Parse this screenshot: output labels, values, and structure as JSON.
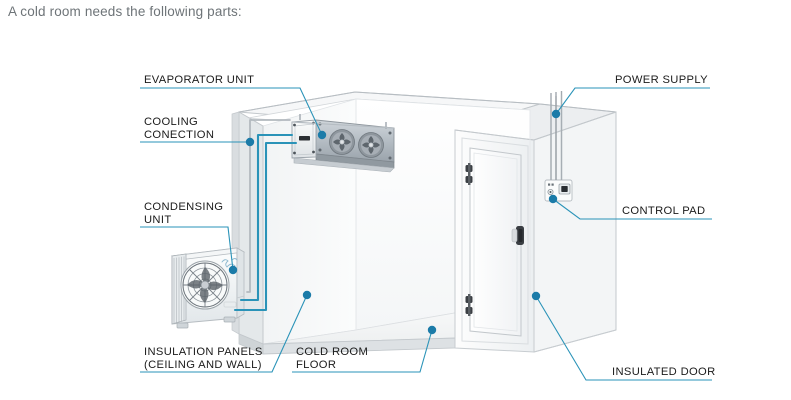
{
  "page": {
    "title": "A cold room needs the following parts:",
    "background_color": "#ffffff",
    "title_color": "#6e7478"
  },
  "theme": {
    "accent_line": "#2a93b8",
    "accent_dot": "#1b7ba8",
    "label_text": "#1b1b1b",
    "panel_white": "#fdfdfd",
    "panel_shade": "#e9ecee",
    "panel_edge": "#b9bec2",
    "frame_gray": "#d4d8db",
    "metal_gray": "#aeb5bb",
    "pipe_blue": "#2a93b8"
  },
  "diagram": {
    "name": "cold-room-exploded-diagram",
    "callouts": [
      {
        "id": "evaporator-unit",
        "lines": [
          "EVAPORATOR UNIT"
        ],
        "side": "left",
        "target": "evaporator unit mounted on ceiling"
      },
      {
        "id": "cooling-connection",
        "lines": [
          "COOLING",
          "CONECTION"
        ],
        "side": "left",
        "target": "refrigerant pipes between condensing and evaporator unit"
      },
      {
        "id": "condensing-unit",
        "lines": [
          "CONDENSING",
          "UNIT"
        ],
        "side": "left",
        "target": "outdoor condensing unit"
      },
      {
        "id": "insulation-panels",
        "lines": [
          "INSULATION PANELS",
          "(CEILING AND WALL)"
        ],
        "side": "bottom-left",
        "target": "wall and ceiling sandwich panels"
      },
      {
        "id": "cold-room-floor",
        "lines": [
          "COLD ROOM",
          "FLOOR"
        ],
        "side": "bottom-left",
        "target": "insulated floor panel"
      },
      {
        "id": "power-supply",
        "lines": [
          "POWER SUPPLY"
        ],
        "side": "right",
        "target": "electrical conduits at rear corner"
      },
      {
        "id": "control-pad",
        "lines": [
          "CONTROL PAD"
        ],
        "side": "right",
        "target": "wall-mounted controller next to door"
      },
      {
        "id": "insulated-door",
        "lines": [
          "INSULATED DOOR"
        ],
        "side": "bottom-right",
        "target": "hinged insulated cold room door"
      }
    ],
    "components": {
      "cold_room": "walk-in cold room box, isometric cutaway",
      "evaporator": {
        "name": "ceiling-mounted evaporator",
        "fan_count": 2,
        "has_control_box": true
      },
      "condensing_unit": {
        "name": "outdoor condensing unit",
        "fan_count": 1,
        "has_finned_coil": true
      },
      "door": {
        "name": "insulated swing door",
        "hinge_pairs": 2,
        "handle": "lever handle"
      },
      "control_pad": {
        "name": "control panel",
        "has_display": true
      },
      "conduits": {
        "count": 3,
        "description": "power conduits running down rear right corner"
      },
      "cooling_pipes": {
        "count": 2,
        "description": "suction and liquid lines from condensing unit to evaporator"
      }
    }
  }
}
